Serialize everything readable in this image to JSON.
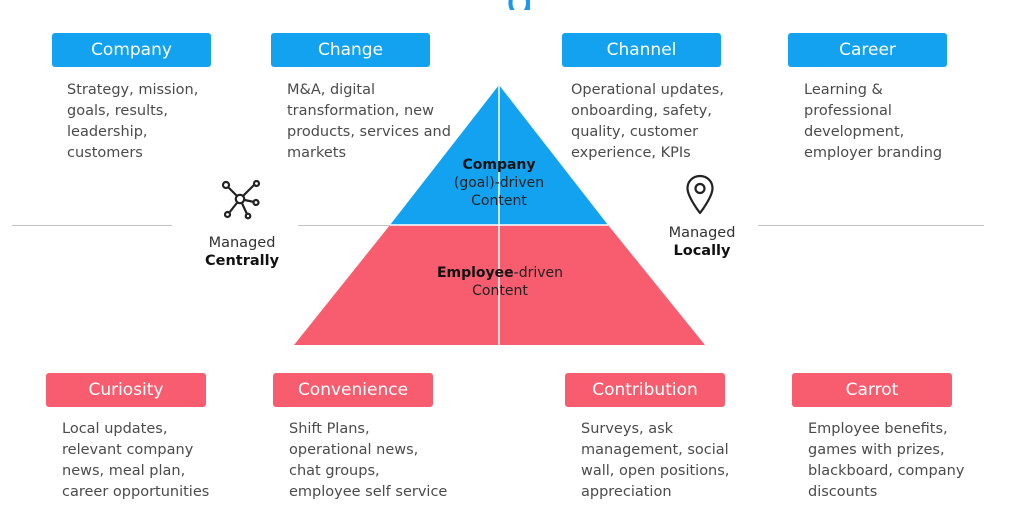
{
  "title_fragment": "g",
  "colors": {
    "blue": "#12a2f0",
    "red": "#f75d6e",
    "title": "#1a98e9"
  },
  "top_categories": [
    {
      "label": "Company",
      "description": [
        "Strategy, mission,",
        "goals, results,",
        "leadership,",
        "customers"
      ]
    },
    {
      "label": "Change",
      "description": [
        "M&A, digital",
        "transformation, new",
        "products, services and",
        "markets"
      ]
    },
    {
      "label": "Channel",
      "description": [
        "Operational updates,",
        "onboarding, safety,",
        "quality, customer",
        "experience, KPIs"
      ]
    },
    {
      "label": "Career",
      "description": [
        "Learning &",
        "professional",
        "development,",
        "employer branding"
      ]
    }
  ],
  "bottom_categories": [
    {
      "label": "Curiosity",
      "description": [
        "Local updates,",
        "relevant company",
        "news, meal plan,",
        "career opportunities"
      ]
    },
    {
      "label": "Convenience",
      "description": [
        "Shift Plans,",
        "operational news,",
        "chat groups,",
        "employee self service"
      ]
    },
    {
      "label": "Contribution",
      "description": [
        "Surveys, ask",
        "management, social",
        "wall, open positions,",
        "appreciation"
      ]
    },
    {
      "label": "Carrot",
      "description": [
        "Employee benefits,",
        "games with prizes,",
        "blackboard, company",
        "discounts"
      ]
    }
  ],
  "pyramid": {
    "top": {
      "bold": "Company",
      "line2": "(goal)-driven",
      "line3": "Content"
    },
    "bottom": {
      "bold": "Employee",
      "rest": "-driven",
      "line2": "Content"
    }
  },
  "managed_left": {
    "line1": "Managed",
    "line2": "Centrally",
    "icon": "network-hub-icon"
  },
  "managed_right": {
    "line1": "Managed",
    "line2": "Locally",
    "icon": "location-pin-icon"
  }
}
